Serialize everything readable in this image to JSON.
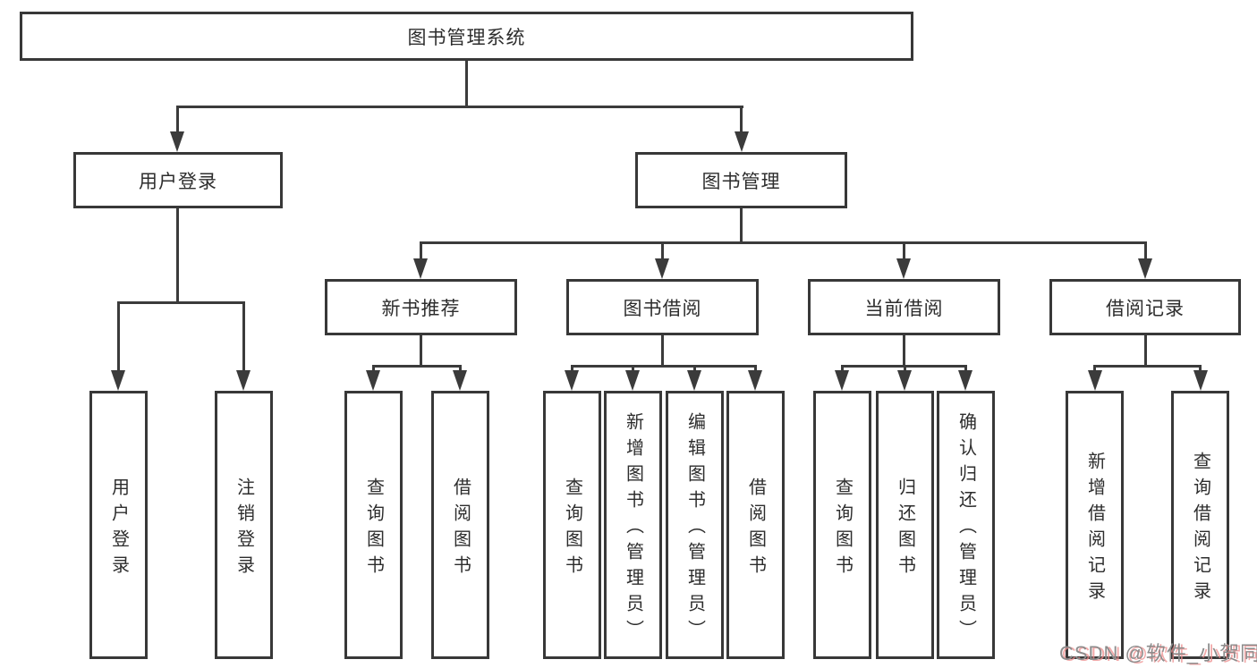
{
  "diagram_title": "图书管理系统",
  "tree": {
    "root": {
      "label": "图书管理系统"
    },
    "branches": [
      {
        "label": "用户登录",
        "children": [
          {
            "label": "用户登录"
          },
          {
            "label": "注销登录"
          }
        ]
      },
      {
        "label": "图书管理",
        "groups": [
          {
            "label": "新书推荐",
            "children": [
              {
                "label": "查询图书"
              },
              {
                "label": "借阅图书"
              }
            ]
          },
          {
            "label": "图书借阅",
            "children": [
              {
                "label": "查询图书"
              },
              {
                "label": "新增图书（管理员）"
              },
              {
                "label": "编辑图书（管理员）"
              },
              {
                "label": "借阅图书"
              }
            ]
          },
          {
            "label": "当前借阅",
            "children": [
              {
                "label": "查询图书"
              },
              {
                "label": "归还图书"
              },
              {
                "label": "确认归还（管理员）"
              }
            ]
          },
          {
            "label": "借阅记录",
            "children": [
              {
                "label": "新增借阅记录"
              },
              {
                "label": "查询借阅记录"
              }
            ]
          }
        ]
      }
    ]
  },
  "watermark": {
    "text": "CSDN @软件_小贺同学"
  },
  "colors": {
    "line": "#3b3b3b",
    "box_border": "#383838",
    "text": "#2d2d2d",
    "background": "#ffffff",
    "watermark_gray": "#8c8c8c",
    "watermark_shadow": "#ee8c8c"
  }
}
